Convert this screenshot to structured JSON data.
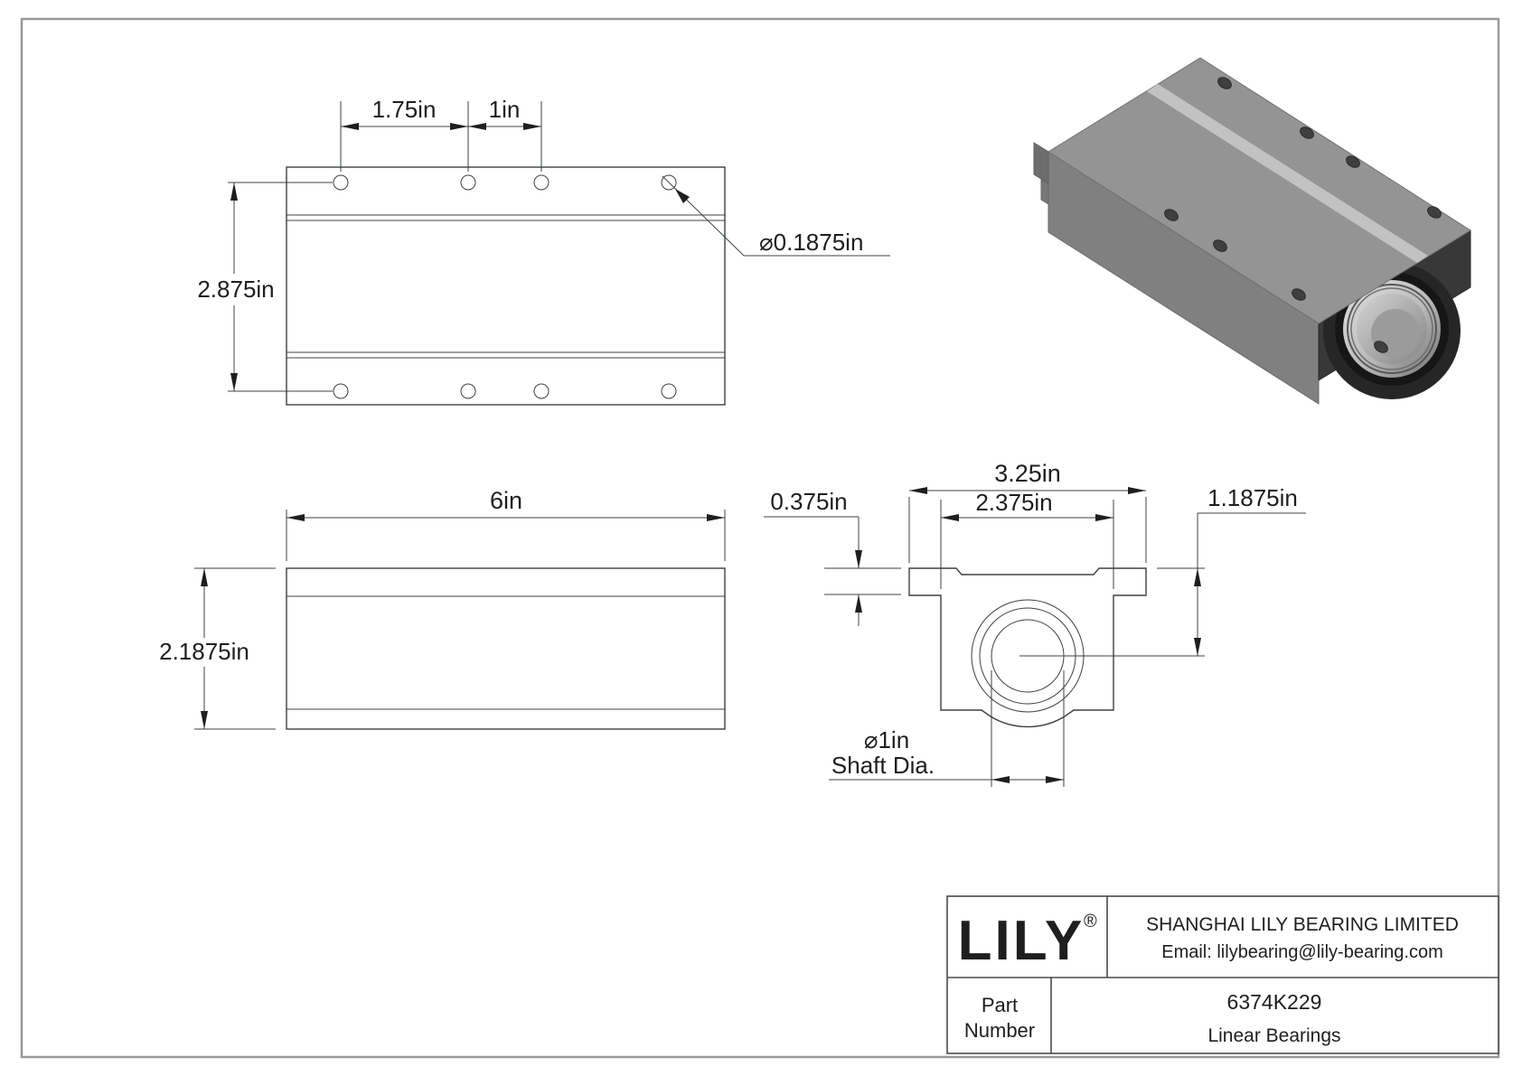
{
  "drawing": {
    "top_view": {
      "dim_hole_spacing_a": "1.75in",
      "dim_hole_spacing_b": "1in",
      "dim_hole_row_spacing": "2.875in",
      "dim_hole_diameter": "⌀0.1875in"
    },
    "front_view": {
      "dim_length": "6in",
      "dim_height": "2.1875in"
    },
    "end_view": {
      "dim_flange_width": "3.25in",
      "dim_body_width": "2.375in",
      "dim_flange_thickness": "0.375in",
      "dim_center_height": "1.1875in",
      "shaft_label_line1": "⌀1in",
      "shaft_label_line2": "Shaft Dia."
    },
    "title_block": {
      "logo": "LILY",
      "registered_mark": "®",
      "company": "SHANGHAI LILY BEARING LIMITED",
      "email": "Email: lilybearing@lily-bearing.com",
      "part_label_line1": "Part",
      "part_label_line2": "Number",
      "part_number": "6374K229",
      "category": "Linear Bearings"
    },
    "colors": {
      "line": "#3c4043",
      "page_border": "#97999b",
      "model_top": "#949494",
      "model_stripe": "#c2c2c2",
      "model_side": "#808080",
      "model_end": "#383838",
      "bore_metal": "#cfcfcf"
    }
  }
}
